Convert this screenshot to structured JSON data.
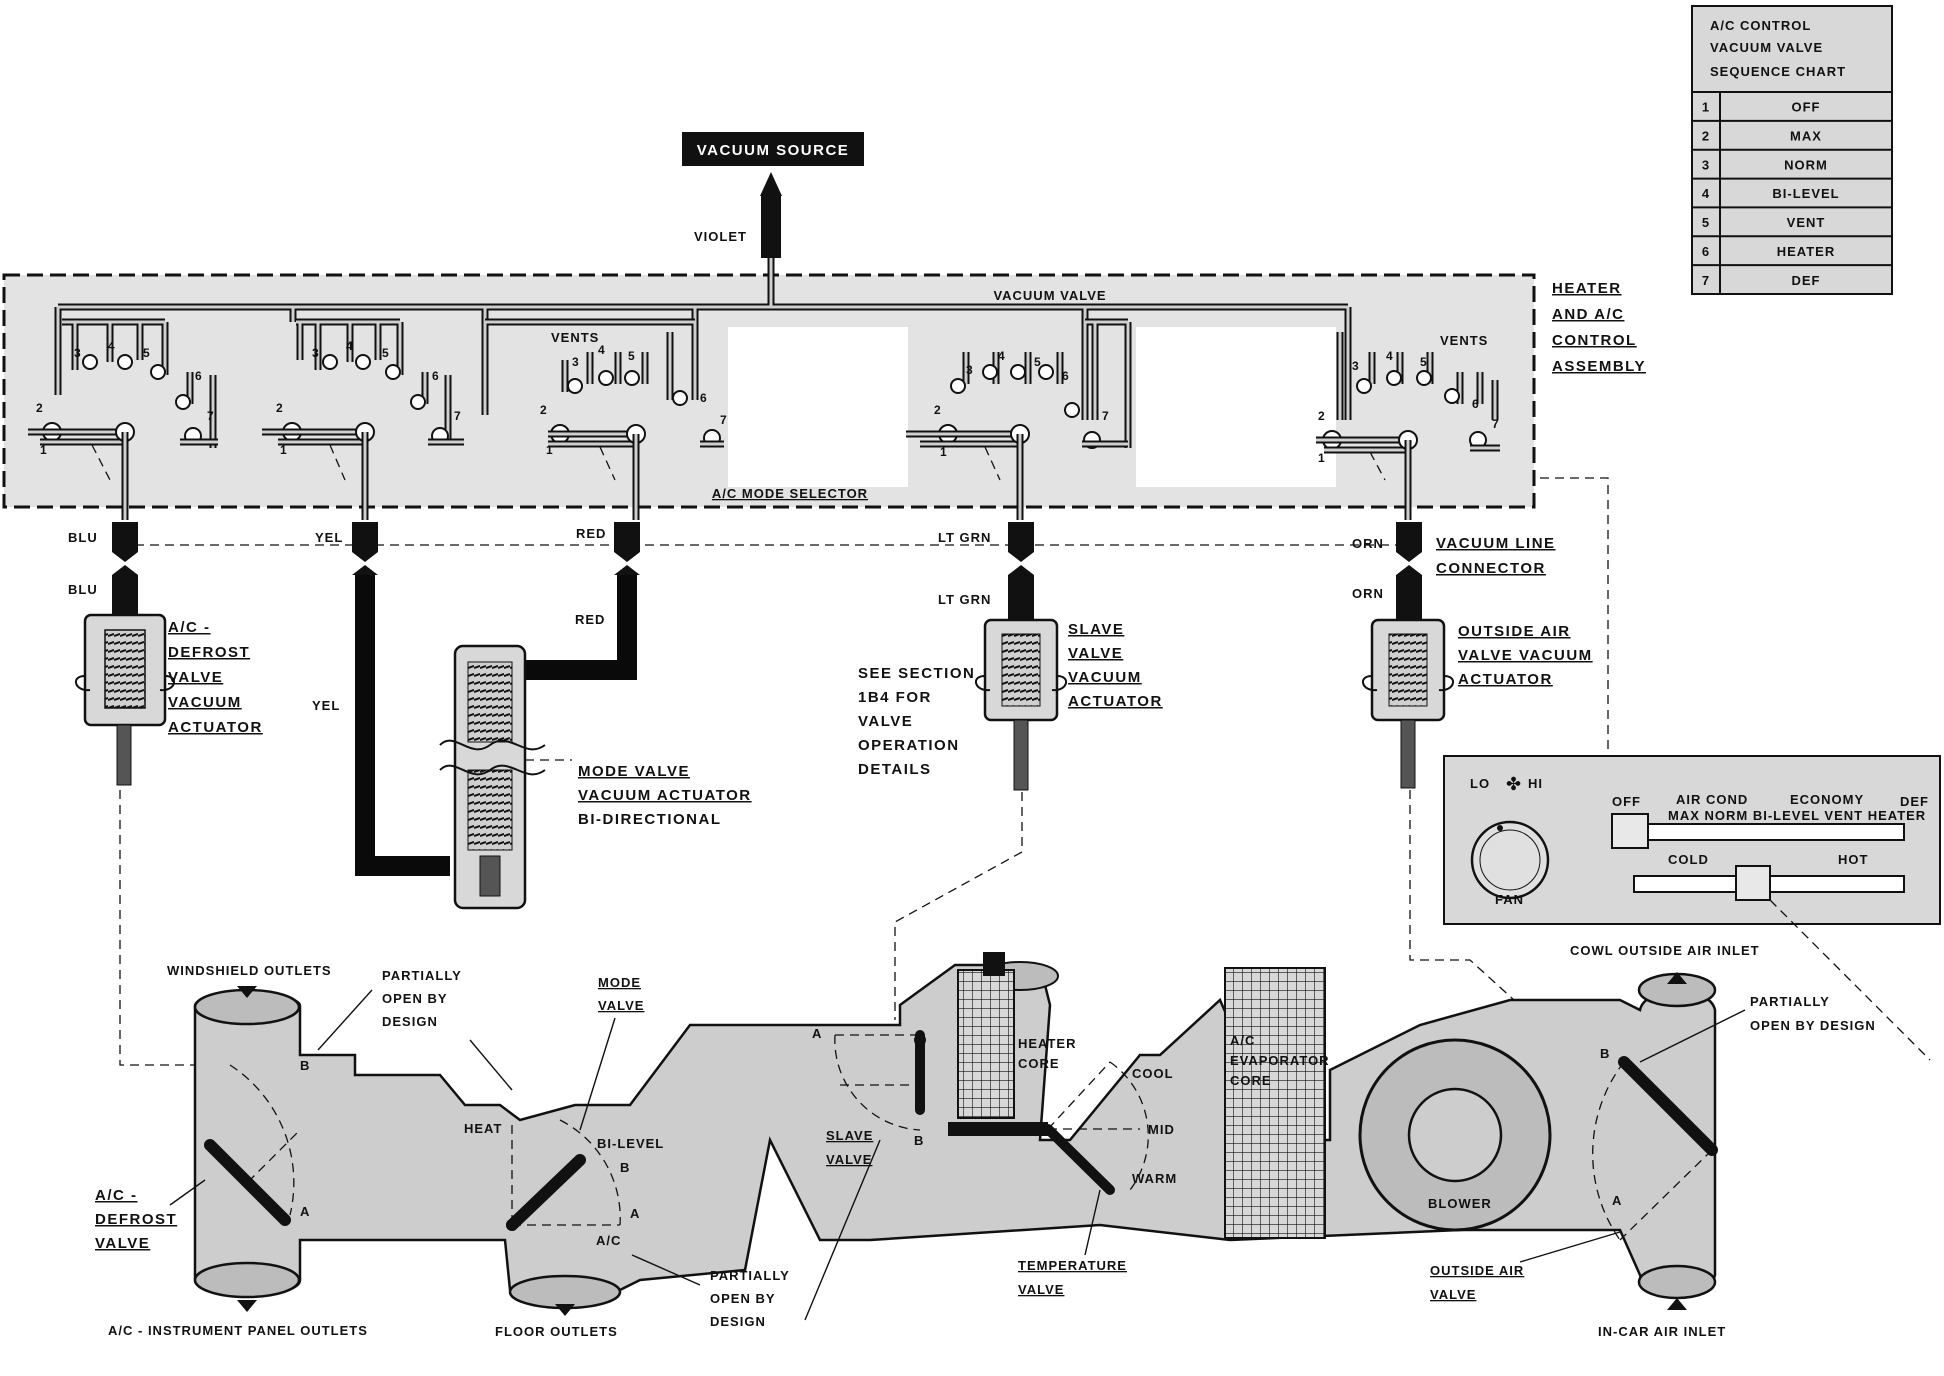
{
  "vacuum_source": "VACUUM SOURCE",
  "hose_violet": "VIOLET",
  "vacuum_valve": "VACUUM VALVE",
  "assembly_label": [
    "HEATER",
    "AND A/C",
    "CONTROL",
    "ASSEMBLY"
  ],
  "mode_selector": "A/C MODE SELECTOR",
  "vents_1": "VENTS",
  "vents_2": "VENTS",
  "port_numbers": [
    "1",
    "2",
    "3",
    "4",
    "5",
    "6",
    "7"
  ],
  "hoses": {
    "blu_top": "BLU",
    "blu_bottom": "BLU",
    "yel_top": "YEL",
    "yel_bottom": "YEL",
    "red_top": "RED",
    "red_bottom": "RED",
    "ltgrn_top": "LT GRN",
    "ltgrn_bottom": "LT GRN",
    "orn_top": "ORN",
    "orn_bottom": "ORN"
  },
  "vacuum_line_connector": [
    "VACUUM LINE",
    "CONNECTOR"
  ],
  "defrost_actuator": [
    "A/C -",
    "DEFROST",
    "VALVE",
    "VACUUM",
    "ACTUATOR"
  ],
  "mode_actuator": [
    "MODE VALVE",
    "VACUUM ACTUATOR",
    "BI-DIRECTIONAL"
  ],
  "see_section": [
    "SEE SECTION",
    "1B4 FOR",
    "VALVE",
    "OPERATION",
    "DETAILS"
  ],
  "slave_actuator": [
    "SLAVE",
    "VALVE",
    "VACUUM",
    "ACTUATOR"
  ],
  "outside_air_actuator": [
    "OUTSIDE AIR",
    "VALVE VACUUM",
    "ACTUATOR"
  ],
  "sequence_chart": {
    "title": [
      "A/C CONTROL",
      "VACUUM VALVE",
      "SEQUENCE CHART"
    ],
    "rows": [
      {
        "num": "1",
        "label": "OFF"
      },
      {
        "num": "2",
        "label": "MAX"
      },
      {
        "num": "3",
        "label": "NORM"
      },
      {
        "num": "4",
        "label": "BI-LEVEL"
      },
      {
        "num": "5",
        "label": "VENT"
      },
      {
        "num": "6",
        "label": "HEATER"
      },
      {
        "num": "7",
        "label": "DEF"
      }
    ]
  },
  "control_panel": {
    "lo": "LO",
    "hi": "HI",
    "fan": "FAN",
    "off": "OFF",
    "def": "DEF",
    "air_cond": "AIR COND",
    "economy": "ECONOMY",
    "modes": "MAX NORM BI-LEVEL VENT HEATER",
    "cold": "COLD",
    "hot": "HOT"
  },
  "duct_labels": {
    "windshield_outlets": "WINDSHIELD OUTLETS",
    "partially_open_1": [
      "PARTIALLY",
      "OPEN BY",
      "DESIGN"
    ],
    "mode_valve": [
      "MODE",
      "VALVE"
    ],
    "heat": "HEAT",
    "bi_level": "BI-LEVEL",
    "ac": "A/C",
    "defrost_valve": [
      "A/C -",
      "DEFROST",
      "VALVE"
    ],
    "ip_outlets": "A/C - INSTRUMENT PANEL OUTLETS",
    "floor_outlets": "FLOOR OUTLETS",
    "partially_open_2": [
      "PARTIALLY",
      "OPEN BY",
      "DESIGN"
    ],
    "slave_valve": [
      "SLAVE",
      "VALVE"
    ],
    "heater_core": [
      "HEATER",
      "CORE"
    ],
    "cool": "COOL",
    "mid": "MID",
    "warm": "WARM",
    "temperature_valve": [
      "TEMPERATURE",
      "VALVE"
    ],
    "evaporator": [
      "A/C",
      "EVAPORATOR",
      "CORE"
    ],
    "blower": "BLOWER",
    "cowl_inlet": "COWL OUTSIDE AIR INLET",
    "partially_open_3": [
      "PARTIALLY",
      "OPEN BY DESIGN"
    ],
    "outside_air_valve": [
      "OUTSIDE AIR",
      "VALVE"
    ],
    "incar_inlet": "IN-CAR AIR INLET",
    "a": "A",
    "b": "B"
  }
}
